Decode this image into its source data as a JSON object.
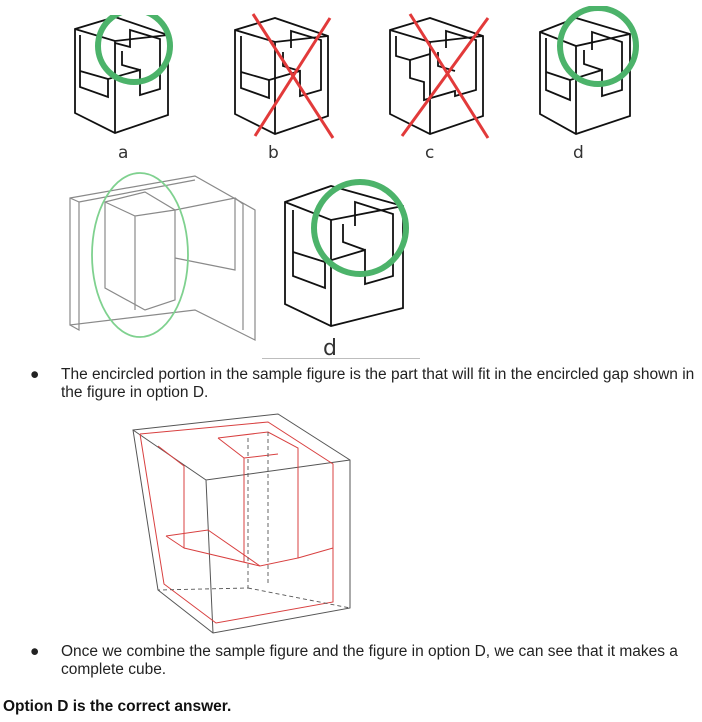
{
  "options": [
    {
      "label": "a",
      "status": "encircled"
    },
    {
      "label": "b",
      "status": "crossed"
    },
    {
      "label": "c",
      "status": "crossed"
    },
    {
      "label": "d",
      "status": "encircled"
    }
  ],
  "comparison": {
    "selected_label": "d"
  },
  "explanation": {
    "bullet_1": "The encircled portion in the sample figure is the part that will fit in the encircled gap shown in the figure in option D.",
    "bullet_2": "Once we combine the sample figure and the figure in option D, we can see that it makes a complete cube.",
    "bullet_marker": "●"
  },
  "conclusion": "Option D is the correct answer.",
  "colors": {
    "circle_green": "#4cb36a",
    "circle_light_green": "#7fd18f",
    "cross_red": "#e23a3a",
    "overlay_red": "#d84040",
    "line_black": "#111111",
    "line_gray": "#8a8a8a"
  }
}
